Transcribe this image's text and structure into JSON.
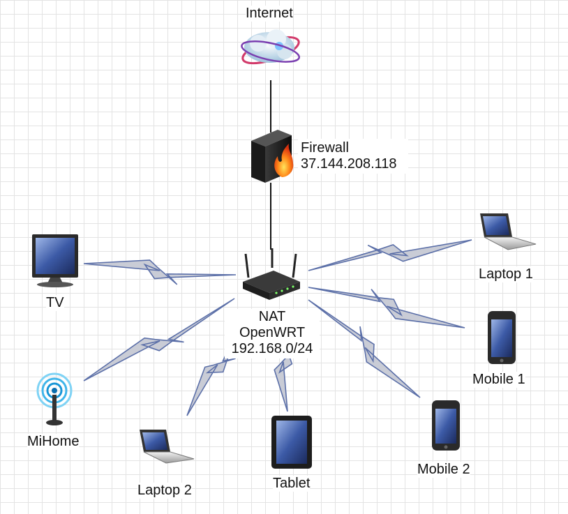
{
  "nodes": {
    "internet": {
      "label": "Internet"
    },
    "firewall": {
      "label_line1": "Firewall",
      "label_line2": "37.144.208.118"
    },
    "router": {
      "label_line1": "NAT",
      "label_line2": "OpenWRT",
      "label_line3": "192.168.0/24"
    },
    "tv": {
      "label": "TV"
    },
    "mihome": {
      "label": "MiHome"
    },
    "laptop2": {
      "label": "Laptop 2"
    },
    "tablet": {
      "label": "Tablet"
    },
    "mobile2": {
      "label": "Mobile 2"
    },
    "mobile1": {
      "label": "Mobile 1"
    },
    "laptop1": {
      "label": "Laptop 1"
    }
  },
  "colors": {
    "wireless_fill": "#c9ccd6",
    "wireless_stroke": "#5b6fa8",
    "wire": "#111111",
    "grid": "#e3e3e3"
  },
  "icons": {
    "internet": "cloud-globe-icon",
    "firewall": "firewall-icon",
    "router": "router-icon",
    "tv": "monitor-icon",
    "mihome": "wifi-antenna-icon",
    "laptop": "laptop-icon",
    "tablet": "tablet-icon",
    "mobile": "mobile-phone-icon"
  }
}
